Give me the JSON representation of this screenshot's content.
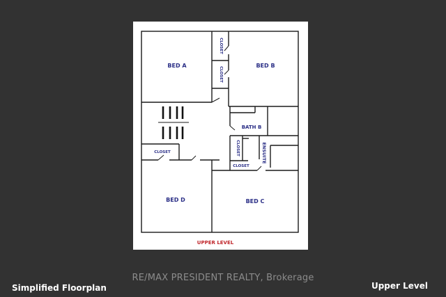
{
  "plan": {
    "rooms": {
      "bed_a": "BED A",
      "bed_b": "BED B",
      "bed_c": "BED C",
      "bed_d": "BED D",
      "bath_b": "BATH B",
      "ensuite": "ENSUITE",
      "closet_upper": "CLOSET",
      "closet_lower": "CLOSET",
      "closet_left": "CLOSET",
      "closet_mid": "CLOSET",
      "closet_bottom": "CLOSET"
    },
    "level_label": "UPPER LEVEL"
  },
  "watermark": "RE/MAX PRESIDENT REALTY, Brokerage",
  "caption_left": "Simplified Floorplan",
  "caption_right": "Upper Level",
  "colors": {
    "background": "#323232",
    "room_label": "#2a2e86",
    "level_label": "#c0262b",
    "walls": "#1a1a1a"
  }
}
